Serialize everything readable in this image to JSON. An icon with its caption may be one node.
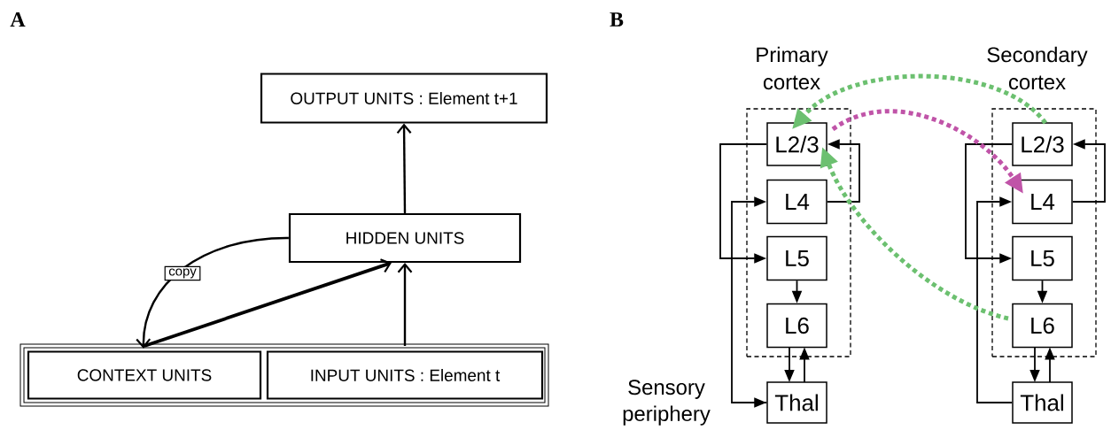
{
  "diagram": {
    "nodes": [
      {
        "text": [
          "OUTPUT UNITS : Element t+1"
        ]
      },
      {
        "text": [
          "HIDDEN UNITS"
        ]
      },
      {
        "text": [],
        "shape": "box"
      },
      {
        "text": [
          "CONTEXT UNITS"
        ],
        "in": 2
      },
      {
        "text": [
          "INPUT UNITS : Element t"
        ],
        "in": 2
      },
      {
        "text": [
          "Primary cortex"
        ]
      },
      {
        "text": [
          "L2/3"
        ],
        "in": 5
      },
      {
        "text": [
          "L4"
        ],
        "in": 5
      },
      {
        "text": [
          "L5"
        ],
        "in": 5
      },
      {
        "text": [
          "L6"
        ],
        "in": 5
      },
      {
        "text": [
          "Thal"
        ]
      },
      {
        "text": [
          "Secondary cortex"
        ]
      },
      {
        "text": [
          "L2/3"
        ],
        "in": 11
      },
      {
        "text": [
          "L4"
        ],
        "in": 11
      },
      {
        "text": [
          "L5"
        ],
        "in": 11
      },
      {
        "text": [
          "L6"
        ],
        "in": 11
      },
      {
        "text": [
          "Thal"
        ]
      },
      {
        "text": [
          "Sensory periphery"
        ]
      }
    ],
    "edges": [
      {
        "from": 1,
        "to": 0,
        "arrow": "to"
      },
      {
        "from": 4,
        "to": 1,
        "arrow": "to"
      },
      {
        "from": 3,
        "to": 1,
        "arrow": "to",
        "style": "thick"
      },
      {
        "from": 1,
        "to": 3,
        "arrow": "to",
        "label": "copy"
      },
      {
        "from": 6,
        "to": 8,
        "arrow": "to"
      },
      {
        "from": 10,
        "to": 7,
        "arrow": "to"
      },
      {
        "from": 7,
        "to": 6,
        "arrow": "to"
      },
      {
        "from": 8,
        "to": 9,
        "arrow": "to"
      },
      {
        "from": 9,
        "to": 10,
        "arrow": "to"
      },
      {
        "from": 10,
        "to": 9,
        "arrow": "to"
      },
      {
        "from": 17,
        "to": 10,
        "arrow": "to"
      },
      {
        "from": 12,
        "to": 14,
        "arrow": "to"
      },
      {
        "from": 16,
        "to": 13,
        "arrow": "to"
      },
      {
        "from": 13,
        "to": 12,
        "arrow": "to"
      },
      {
        "from": 14,
        "to": 15,
        "arrow": "to"
      },
      {
        "from": 15,
        "to": 16,
        "arrow": "to"
      },
      {
        "from": 16,
        "to": 15,
        "arrow": "to"
      },
      {
        "from": 12,
        "to": 6,
        "arrow": "to",
        "style": "dashed",
        "color": "#6cc070"
      },
      {
        "from": 6,
        "to": 13,
        "arrow": "to",
        "style": "dashed",
        "color": "#c054a8"
      },
      {
        "from": 15,
        "to": 6,
        "arrow": "to",
        "style": "dashed",
        "color": "#6cc070"
      }
    ],
    "labels": [
      "A",
      "B"
    ]
  }
}
